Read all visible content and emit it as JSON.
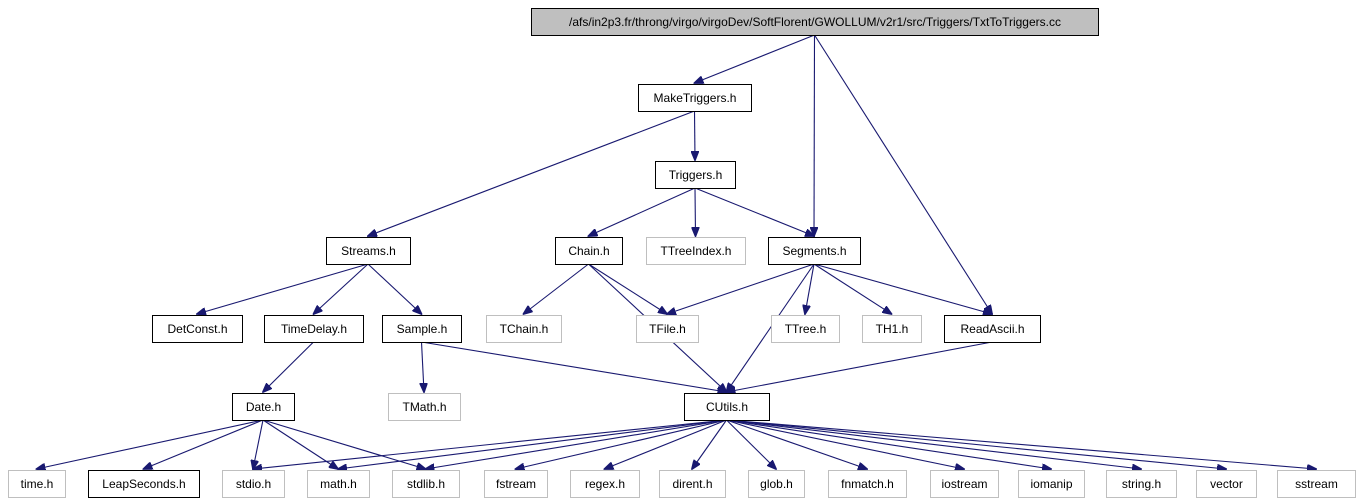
{
  "colors": {
    "root_fill": "#bfbfbf",
    "node_border": "#000000",
    "external_border": "#bfbfbf",
    "node_text": "#000000",
    "external_text": "#000000",
    "edge": "#191970"
  },
  "nodes": {
    "root": {
      "label": "/afs/in2p3.fr/throng/virgo/virgoDev/SoftFlorent/GWOLLUM/v2r1/src/Triggers/TxtToTriggers.cc",
      "kind": "root"
    },
    "maketriggers": {
      "label": "MakeTriggers.h",
      "kind": "documented"
    },
    "triggers": {
      "label": "Triggers.h",
      "kind": "documented"
    },
    "streams": {
      "label": "Streams.h",
      "kind": "documented"
    },
    "chain": {
      "label": "Chain.h",
      "kind": "documented"
    },
    "ttreeindex": {
      "label": "TTreeIndex.h",
      "kind": "external"
    },
    "segments": {
      "label": "Segments.h",
      "kind": "documented"
    },
    "detconst": {
      "label": "DetConst.h",
      "kind": "documented"
    },
    "timedelay": {
      "label": "TimeDelay.h",
      "kind": "documented"
    },
    "sample": {
      "label": "Sample.h",
      "kind": "documented"
    },
    "tchain": {
      "label": "TChain.h",
      "kind": "external"
    },
    "tfile": {
      "label": "TFile.h",
      "kind": "external"
    },
    "ttree": {
      "label": "TTree.h",
      "kind": "external"
    },
    "th1": {
      "label": "TH1.h",
      "kind": "external"
    },
    "readascii": {
      "label": "ReadAscii.h",
      "kind": "documented"
    },
    "date": {
      "label": "Date.h",
      "kind": "documented"
    },
    "tmath": {
      "label": "TMath.h",
      "kind": "external"
    },
    "cutils": {
      "label": "CUtils.h",
      "kind": "documented"
    },
    "time": {
      "label": "time.h",
      "kind": "external"
    },
    "leapseconds": {
      "label": "LeapSeconds.h",
      "kind": "documented"
    },
    "stdio": {
      "label": "stdio.h",
      "kind": "external"
    },
    "math": {
      "label": "math.h",
      "kind": "external"
    },
    "stdlib": {
      "label": "stdlib.h",
      "kind": "external"
    },
    "fstream": {
      "label": "fstream",
      "kind": "external"
    },
    "regex": {
      "label": "regex.h",
      "kind": "external"
    },
    "dirent": {
      "label": "dirent.h",
      "kind": "external"
    },
    "glob": {
      "label": "glob.h",
      "kind": "external"
    },
    "fnmatch": {
      "label": "fnmatch.h",
      "kind": "external"
    },
    "iostream": {
      "label": "iostream",
      "kind": "external"
    },
    "iomanip": {
      "label": "iomanip",
      "kind": "external"
    },
    "string": {
      "label": "string.h",
      "kind": "external"
    },
    "vector": {
      "label": "vector",
      "kind": "external"
    },
    "sstream": {
      "label": "sstream",
      "kind": "external"
    }
  },
  "edges": [
    [
      "root",
      "maketriggers"
    ],
    [
      "root",
      "segments"
    ],
    [
      "root",
      "readascii"
    ],
    [
      "maketriggers",
      "triggers"
    ],
    [
      "maketriggers",
      "streams"
    ],
    [
      "triggers",
      "chain"
    ],
    [
      "triggers",
      "ttreeindex"
    ],
    [
      "triggers",
      "segments"
    ],
    [
      "streams",
      "detconst"
    ],
    [
      "streams",
      "timedelay"
    ],
    [
      "streams",
      "sample"
    ],
    [
      "chain",
      "tchain"
    ],
    [
      "chain",
      "tfile"
    ],
    [
      "chain",
      "cutils"
    ],
    [
      "segments",
      "tfile"
    ],
    [
      "segments",
      "ttree"
    ],
    [
      "segments",
      "th1"
    ],
    [
      "segments",
      "readascii"
    ],
    [
      "segments",
      "cutils"
    ],
    [
      "readascii",
      "cutils"
    ],
    [
      "timedelay",
      "date"
    ],
    [
      "sample",
      "tmath"
    ],
    [
      "sample",
      "cutils"
    ],
    [
      "date",
      "time"
    ],
    [
      "date",
      "leapseconds"
    ],
    [
      "date",
      "stdio"
    ],
    [
      "date",
      "math"
    ],
    [
      "date",
      "stdlib"
    ],
    [
      "cutils",
      "stdio"
    ],
    [
      "cutils",
      "math"
    ],
    [
      "cutils",
      "stdlib"
    ],
    [
      "cutils",
      "fstream"
    ],
    [
      "cutils",
      "regex"
    ],
    [
      "cutils",
      "dirent"
    ],
    [
      "cutils",
      "glob"
    ],
    [
      "cutils",
      "fnmatch"
    ],
    [
      "cutils",
      "iostream"
    ],
    [
      "cutils",
      "iomanip"
    ],
    [
      "cutils",
      "string"
    ],
    [
      "cutils",
      "vector"
    ],
    [
      "cutils",
      "sstream"
    ]
  ]
}
